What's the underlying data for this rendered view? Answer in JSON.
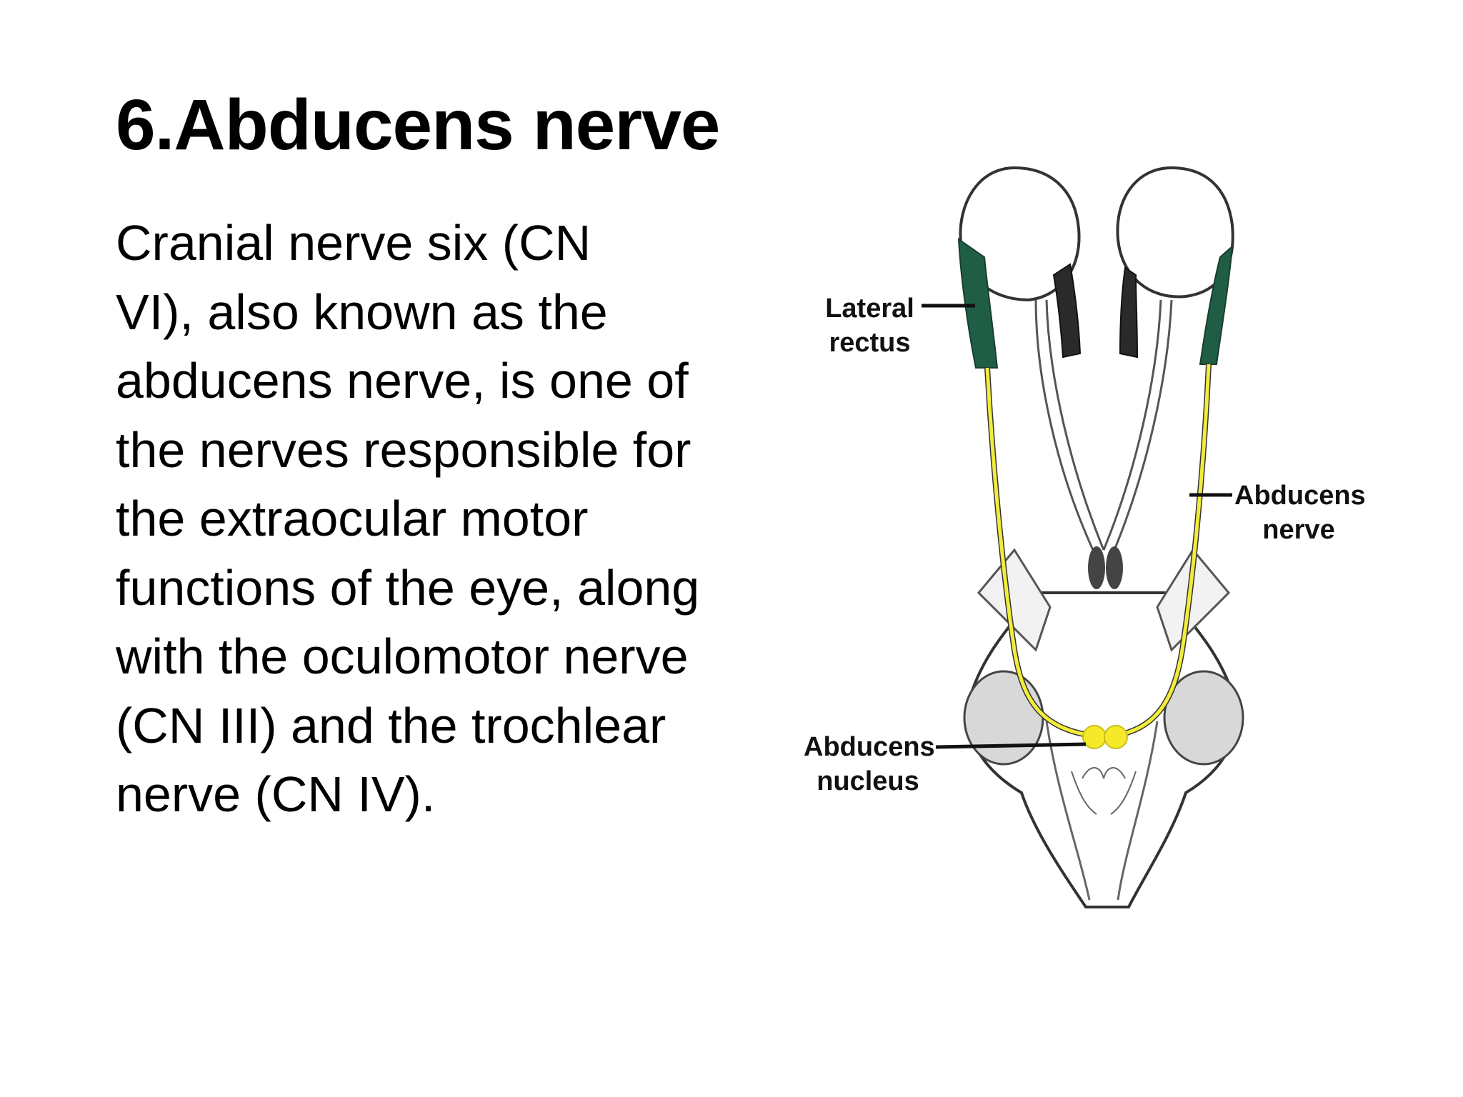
{
  "slide": {
    "title": "6.Abducens nerve",
    "body_lines": [
      "Cranial nerve six (CN",
      "VI), also known as the",
      "abducens nerve, is one of",
      "the nerves responsible for",
      "the extraocular motor",
      "functions of the eye, along",
      "with the oculomotor nerve",
      "(CN III) and the trochlear",
      "nerve (CN IV)."
    ]
  },
  "diagram": {
    "labels": {
      "lateral_rectus": [
        "Lateral",
        "rectus"
      ],
      "abducens_nerve": [
        "Abducens",
        "nerve"
      ],
      "abducens_nucleus": [
        "Abducens",
        "nucleus"
      ]
    },
    "colors": {
      "nerve": "#f2ec3a",
      "muscle": "#1f5e45",
      "outline": "#333333",
      "nucleus": "#f5e92a"
    }
  }
}
